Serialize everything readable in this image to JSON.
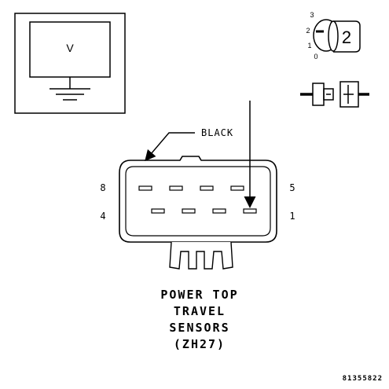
{
  "meter": {
    "label": "V"
  },
  "ignition": {
    "positions": [
      "3",
      "2",
      "1",
      "0"
    ],
    "selected": "2"
  },
  "connector": {
    "callout": "BLACK",
    "pin_top_left": "8",
    "pin_top_right": "5",
    "pin_bottom_left": "4",
    "pin_bottom_right": "1"
  },
  "title": {
    "line1": "POWER TOP",
    "line2": "TRAVEL",
    "line3": "SENSORS",
    "line4": "(ZH27)"
  },
  "ref_code": "81355822"
}
